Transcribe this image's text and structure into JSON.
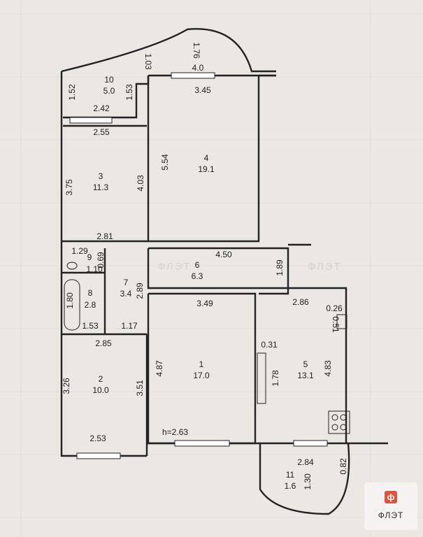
{
  "plan": {
    "ceiling_height": "h=2.63",
    "watermark": "ФЛЭТ",
    "rooms": [
      {
        "num": "1",
        "area": "17.0"
      },
      {
        "num": "2",
        "area": "10.0"
      },
      {
        "num": "3",
        "area": "11.3"
      },
      {
        "num": "4",
        "area": "19.1"
      },
      {
        "num": "5",
        "area": "13.1"
      },
      {
        "num": "6",
        "area": "6.3"
      },
      {
        "num": "7",
        "area": "3.4"
      },
      {
        "num": "8",
        "area": "2.8"
      },
      {
        "num": "9",
        "area": "1.10"
      },
      {
        "num": "10",
        "area": "5.0"
      },
      {
        "num": "11",
        "area": "1.6"
      }
    ],
    "dimensions": [
      "1.76",
      "1.03",
      "4.0",
      "1.52",
      "1.53",
      "3.45",
      "2.42",
      "2.55",
      "5.54",
      "3.75",
      "4.03",
      "2.81",
      "1.29",
      "0.69",
      "4.50",
      "1.89",
      "2.89",
      "1.80",
      "3.49",
      "2.86",
      "0.26",
      "0.51",
      "1.53",
      "1.17",
      "2.85",
      "0.31",
      "4.87",
      "1.78",
      "4.83",
      "3.26",
      "3.51",
      "2.53",
      "2.84",
      "0.82",
      "1.30"
    ]
  },
  "logo": {
    "mark": "ф",
    "text": "ФЛЭТ"
  }
}
